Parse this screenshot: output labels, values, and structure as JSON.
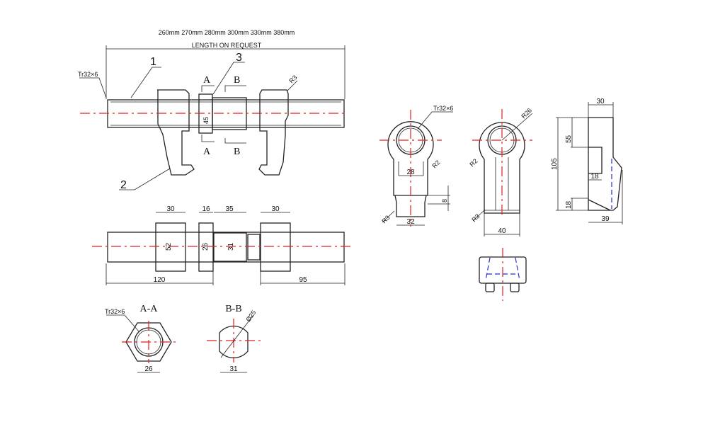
{
  "title_sizes": "260mm 270mm 280mm 300mm 330mm 380mm",
  "length_note": "LENGTH ON REQUEST",
  "part_labels": [
    "1",
    "2",
    "3"
  ],
  "thread": "Tr32×6",
  "top_view": {
    "radius": "R3",
    "section_a": "A",
    "section_b": "B",
    "nut_height": "45"
  },
  "front_view": {
    "dims_top": [
      "30",
      "16",
      "35",
      "30"
    ],
    "dims_vertical": [
      "52",
      "26",
      "31"
    ],
    "dims_bottom": [
      "120",
      "95"
    ]
  },
  "section_aa": {
    "title": "A-A",
    "thread": "Tr32×6",
    "width": "26"
  },
  "section_bb": {
    "title": "B-B",
    "diameter": "Ø25",
    "width": "31"
  },
  "jaw_view_1": {
    "thread": "Tr32×6",
    "r2": "R2",
    "inner": "28",
    "step": "8",
    "r3": "R3",
    "width": "32"
  },
  "jaw_view_2": {
    "r26": "R26",
    "r2": "R2",
    "r3": "R3",
    "width": "40"
  },
  "jaw_side": {
    "top": "30",
    "height": "105",
    "upper": "55",
    "slot": "18",
    "lower": "18",
    "bottom": "39"
  },
  "colors": {
    "centerline": "#e02020",
    "hidden": "#2030d0",
    "line": "#222222"
  }
}
